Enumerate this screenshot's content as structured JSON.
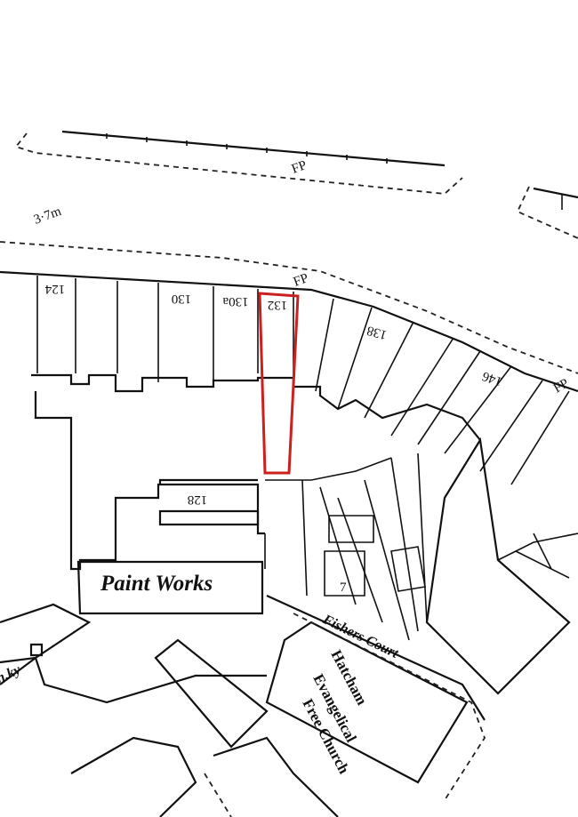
{
  "map": {
    "highlight_color": "#cc1f1f",
    "labels": {
      "spot_height": "3·7m",
      "fp_top": "FP",
      "fp_mid": "FP",
      "fp_right": "FP",
      "house_124": "124",
      "house_130": "130",
      "house_130a": "130a",
      "house_132": "132",
      "house_138": "138",
      "house_146": "146",
      "house_128": "128",
      "house_7": "7",
      "paint_works": "Paint Works",
      "fishers_court": "Fishers Court",
      "church_line1": "Hatcham",
      "church_line2": "Evangelical",
      "church_line3": "Free Church",
      "chy": "Ch.ky"
    }
  }
}
